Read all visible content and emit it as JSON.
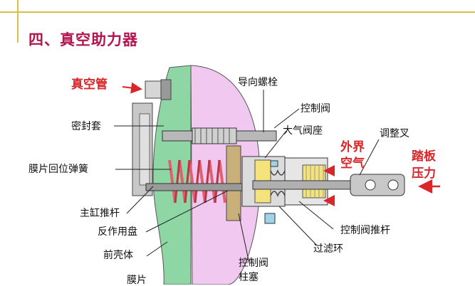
{
  "title": "四、真空助力器",
  "labels": {
    "vacuum_pipe": "真空管",
    "guide_bolt": "导向螺栓",
    "control_valve": "控制阀",
    "seal_sleeve": "密封套",
    "air_valve_seat": "大气阀座",
    "outside_air_1": "外界",
    "outside_air_2": "空气",
    "adjust_fork": "调整叉",
    "pedal_force_1": "踏板",
    "pedal_force_2": "压力",
    "diaphragm_spring": "膜片回位弹簧",
    "master_pushrod": "主缸推杆",
    "reaction_disc": "反作用盘",
    "control_pushrod": "控制阀推杆",
    "front_shell": "前壳体",
    "filter_ring": "过滤环",
    "valve_plunger_1": "控制阀",
    "valve_plunger_2": "柱塞",
    "diaphragm": "膜片"
  },
  "colors": {
    "title": "#b3144e",
    "red_label": "#d8262a",
    "housing_green": "#8fd6a5",
    "diaphragm_pink": "#f0c8f0",
    "spring_red": "#e06070",
    "metal_gray": "#b8b8b8",
    "yellow_part": "#f3e37a"
  }
}
